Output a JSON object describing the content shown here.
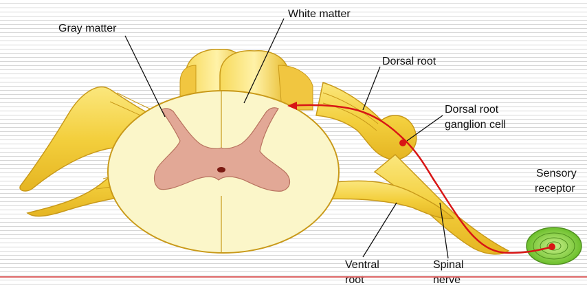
{
  "labels": {
    "gray_matter": "Gray matter",
    "white_matter": "White matter",
    "dorsal_root": "Dorsal root",
    "dorsal_root_ganglion_line1": "Dorsal root",
    "dorsal_root_ganglion_line2": "ganglion cell",
    "sensory_receptor_line1": "Sensory",
    "sensory_receptor_line2": "receptor",
    "ventral_root_line1": "Ventral",
    "ventral_root_line2": "root",
    "spinal_nerve_line1": "Spinal",
    "spinal_nerve_line2": "nerve"
  },
  "colors": {
    "nerve_yellow": "#f5d54a",
    "nerve_outline": "#c99a1a",
    "white_matter": "#fbf6c9",
    "gray_matter": "#e2a896",
    "neuron_path": "#d81515",
    "receptor_green": "#8fd14a",
    "rule_line": "#e06a6a"
  }
}
